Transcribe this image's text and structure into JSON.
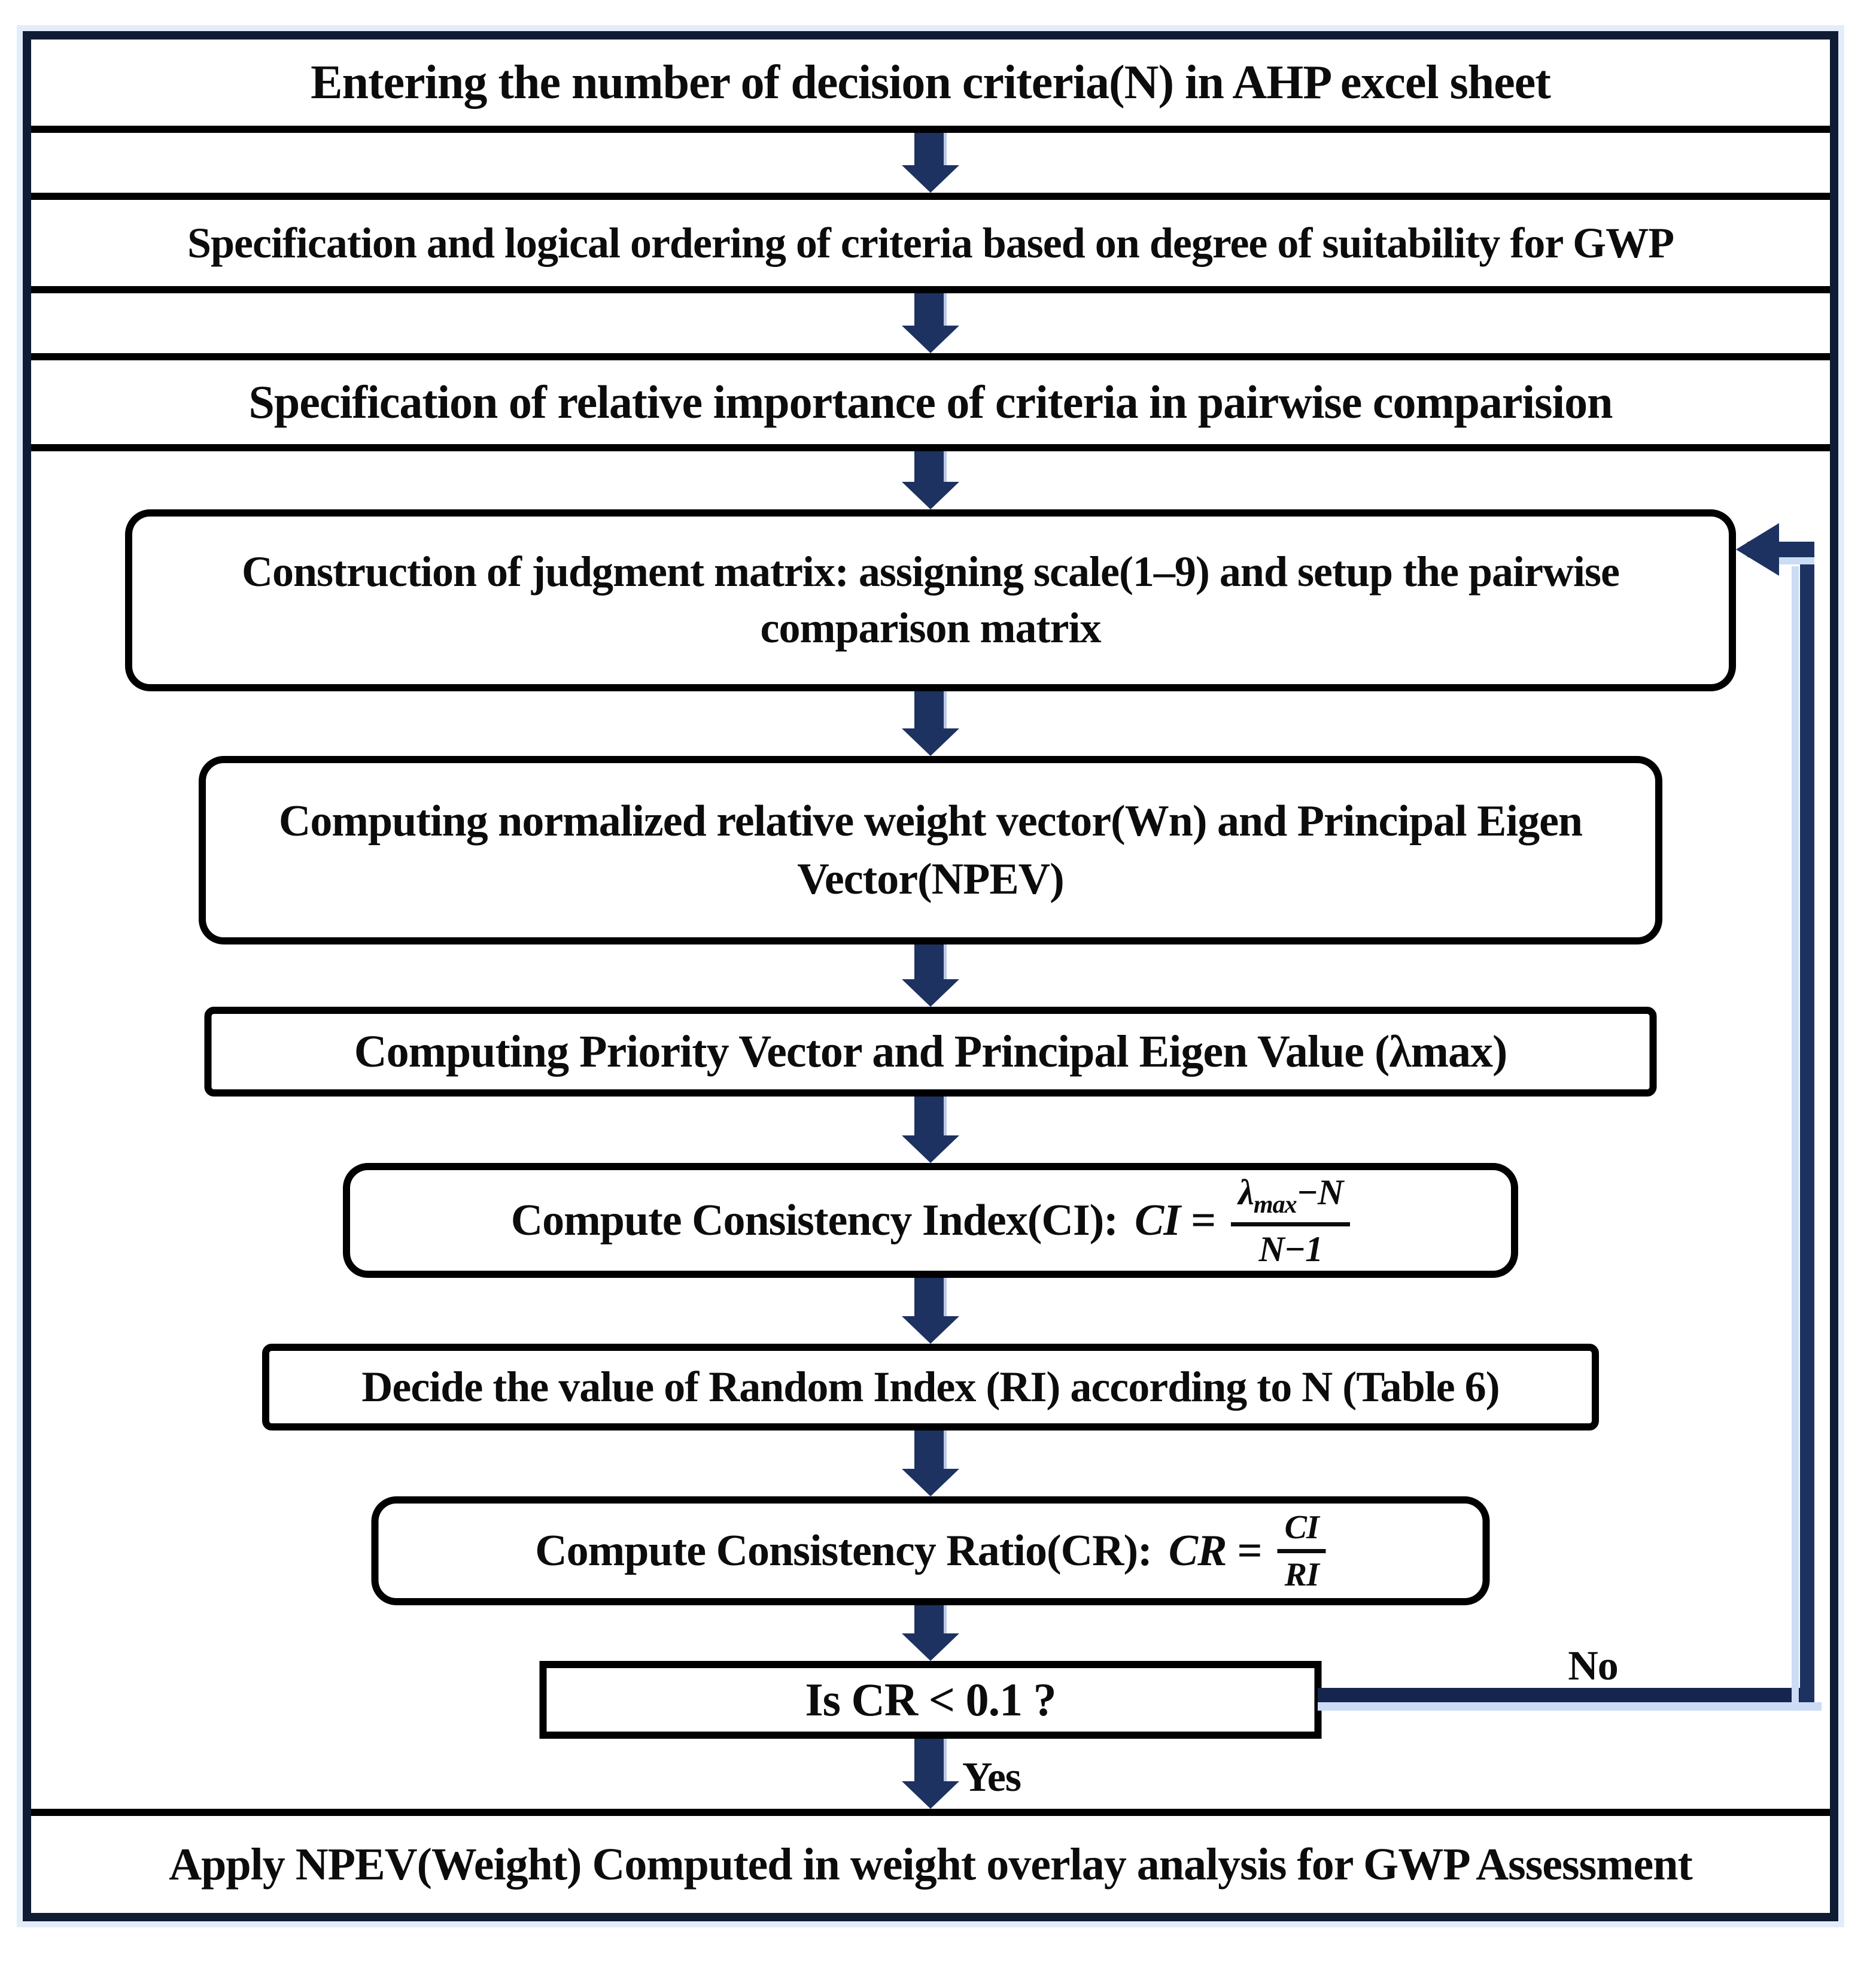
{
  "figure": {
    "steps": {
      "s1": "Entering the number of decision criteria(N) in AHP excel sheet",
      "s2": "Specification and logical ordering of criteria based on degree of suitability for GWP",
      "s3": "Specification of relative importance of criteria in pairwise comparision",
      "s4_line1": "Construction of judgment matrix: assigning scale(1–9) and setup the pairwise",
      "s4_line2": "comparison matrix",
      "s5_line1": "Computing normalized relative weight vector(Wn) and Principal Eigen",
      "s5_line2": "Vector(NPEV)",
      "s6": "Computing Priority Vector and Principal Eigen Value (λmax)",
      "s8": "Decide the value of Random Index (RI) according to N (Table 6)",
      "s10": "Is CR < 0.1 ?",
      "s11": "Apply NPEV(Weight) Computed in weight overlay analysis for GWP Assessment"
    },
    "formula_ci": {
      "label": "Compute Consistency Index(CI):",
      "lhs": "CI",
      "equals": "=",
      "num_lambda": "λ",
      "num_sub": "max",
      "num_tail": "−N",
      "den": "N−1"
    },
    "formula_cr": {
      "label": "Compute Consistency Ratio(CR):",
      "lhs": "CR",
      "equals": "=",
      "num": "CI",
      "den": "RI"
    },
    "branch_labels": {
      "yes": "Yes",
      "no": "No"
    },
    "colors": {
      "arrow_navy": "#1d3260",
      "accent_light_blue": "#ccdcf4",
      "frame_navy": "#0f1c33",
      "box_border_black": "#000000"
    }
  }
}
